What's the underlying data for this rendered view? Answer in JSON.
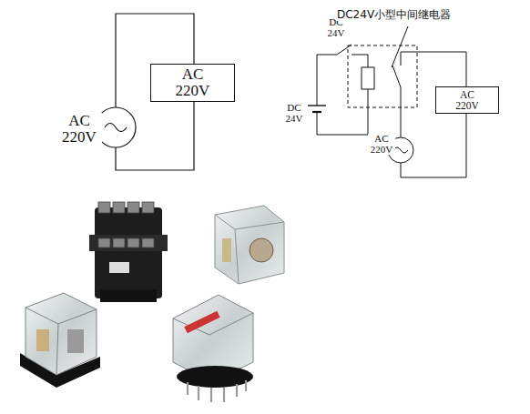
{
  "diagram": {
    "nodes": [
      {
        "text": [
          "AC 220V"
        ]
      },
      {
        "text": [
          "AC 220V"
        ]
      }
    ],
    "labels": [
      "AC 220V",
      "DC 24V",
      "DC24V小型中间继电器",
      "DC 24V",
      "AC 220V"
    ]
  }
}
